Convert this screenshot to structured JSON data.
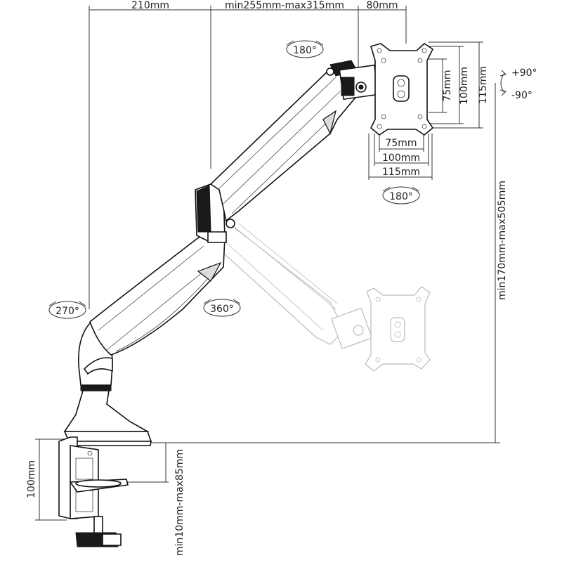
{
  "dimensions": {
    "top_left": "210mm",
    "top_middle": "min255mm-max315mm",
    "top_right": "80mm",
    "vesa_h_75": "75mm",
    "vesa_h_100": "100mm",
    "vesa_h_115": "115mm",
    "vesa_v_75": "75mm",
    "vesa_v_100": "100mm",
    "vesa_v_115": "115mm",
    "height_range": "min170mm-max505mm",
    "clamp_height": "100mm",
    "desk_thickness": "min10mm-max85mm"
  },
  "rotations": {
    "top": "180°",
    "vesa_bottom": "180°",
    "base": "270°",
    "lower_arm": "360°",
    "tilt_up": "+90°",
    "tilt_down": "-90°"
  }
}
